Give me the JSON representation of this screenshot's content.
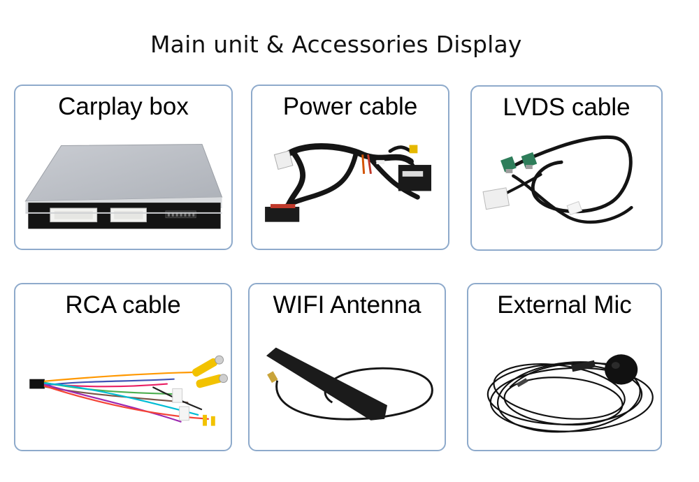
{
  "page": {
    "title": "Main unit & Accessories Display"
  },
  "items": [
    {
      "label": "Carplay box"
    },
    {
      "label": "Power cable"
    },
    {
      "label": "LVDS cable"
    },
    {
      "label": "RCA cable"
    },
    {
      "label": "WIFI Antenna"
    },
    {
      "label": "External Mic"
    }
  ],
  "colors": {
    "card_border": "#8eaacb",
    "text": "#000000",
    "background": "#ffffff"
  }
}
